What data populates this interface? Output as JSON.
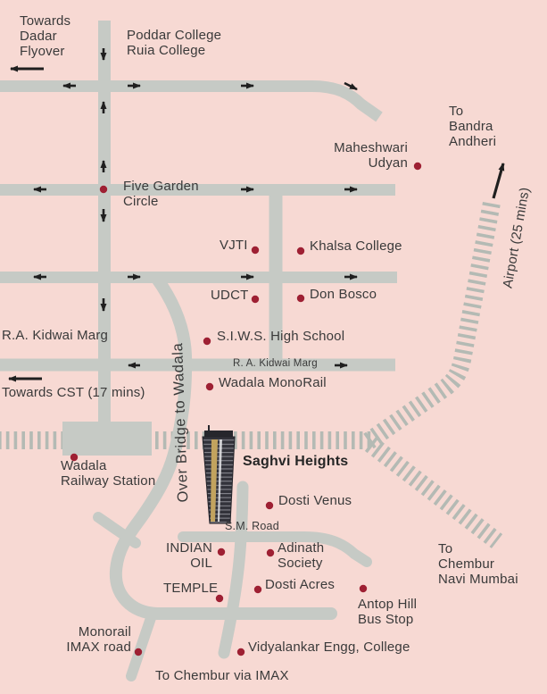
{
  "map": {
    "building_label": "Saghvi Heights",
    "labels": {
      "towards_dadar": "Towards\nDadar\nFlyover",
      "poddar_ruia": "Poddar College\nRuia College",
      "maheshwari_udyan": "Maheshwari\nUdyan",
      "to_bandra": "To\nBandra\nAndheri",
      "airport": "Airport (25 mins)",
      "five_garden": "Five Garden\nCircle",
      "vjti": "VJTI",
      "khalsa": "Khalsa College",
      "udct": "UDCT",
      "don_bosco": "Don Bosco",
      "kidwai_left": "R.A. Kidwai Marg",
      "siws": "S.I.W.S. High School",
      "kidwai_on_road": "R. A. Kidwai Marg",
      "towards_cst": "Towards CST (17 mins)",
      "wadala_monorail": "Wadala MonoRail",
      "over_bridge": "Over Bridge to Wadala",
      "wadala_station": "Wadala\nRailway Station",
      "dosti_venus": "Dosti Venus",
      "sm_road": "S.M. Road",
      "indian_oil": "INDIAN\nOIL",
      "adinath": "Adinath\nSociety",
      "temple": "TEMPLE",
      "dosti_acres": "Dosti Acres",
      "antop_hill": "Antop Hill\nBus Stop",
      "to_chembur_navi": "To\nChembur\nNavi Mumbai",
      "monorail_imax": "Monorail\nIMAX road",
      "vidyalankar": "Vidyalankar Engg, College",
      "to_chembur_imax": "To Chembur via IMAX"
    },
    "markers": [
      "five-garden-circle",
      "maheshwari-udyan",
      "vjti",
      "khalsa-college",
      "udct",
      "don-bosco",
      "siws-high-school",
      "wadala-monorail",
      "wadala-railway-station",
      "dosti-venus",
      "indian-oil",
      "adinath-society",
      "temple",
      "dosti-acres",
      "antop-hill-bus-stop",
      "monorail-imax-road",
      "vidyalankar-engg-college"
    ]
  },
  "colors": {
    "bg": "#f7d9d3",
    "road": "#c6cac5",
    "rail": "#b4bab4",
    "dot": "#9e2033",
    "ink": "#3a3a3a",
    "arrow": "#1f1f1f"
  }
}
